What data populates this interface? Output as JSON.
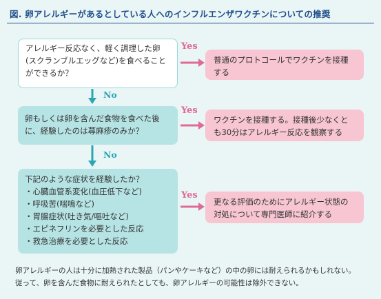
{
  "title": "図. 卵アレルギーがあるとしている人へのインフルエンザワクチンについての推奨",
  "questions": {
    "q1": "アレルギー反応なく、軽く調理した卵(スクランブルエッグなど)を食べることができるか？",
    "q2": "卵もしくは卵を含んだ食物を食べた後に、経験したのは蕁麻疹のみか？",
    "q3_intro": "下記のような症状を経験したか？",
    "q3_items": [
      "心臓血管系変化(血圧低下など)",
      "呼吸苦(喘鳴など)",
      "胃腸症状(吐き気/嘔吐など)",
      "エピネフリンを必要とした反応",
      "救急治療を必要とした反応"
    ]
  },
  "answers": {
    "a1": "普通のプロトコールでワクチンを接種する",
    "a2": "ワクチンを接種する。接種後少なくとも30分はアレルギー反応を観察する",
    "a3": "更なる評価のためにアレルギー状態の対処について専門医師に紹介する"
  },
  "labels": {
    "yes": "Yes",
    "no": "No"
  },
  "note": {
    "line1": "卵アレルギーの人は十分に加熱された製品（パンやケーキなど）の中の卵には耐えられるかもしれない。",
    "line2": "従って、卵を含んだ食物に耐えられたとしても、卵アレルギーの可能性は除外できない。"
  },
  "colors": {
    "title": "#1f4f8a",
    "teal_box": "#b6e3e4",
    "pink_box": "#f7c6d2",
    "yes": "#e06a95",
    "no": "#2aa7b3",
    "background": "#eaf5f6"
  }
}
